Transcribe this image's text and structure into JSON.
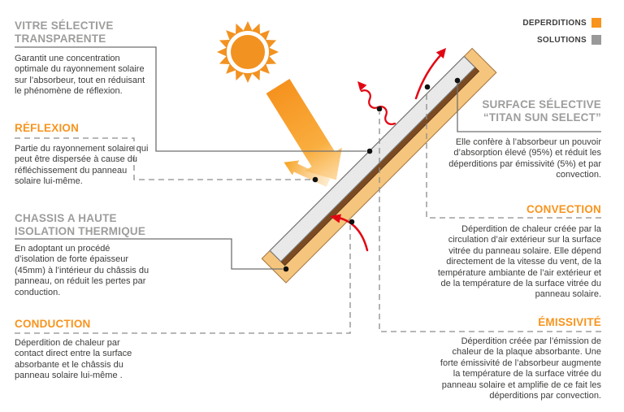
{
  "legend": {
    "deperditions_label": "DEPERDITIONS",
    "deperditions_color": "#F7941E",
    "solutions_label": "SOLUTIONS",
    "solutions_color": "#999999"
  },
  "sections": {
    "vitre": {
      "title": "VITRE SÉLECTIVE\nTRANSPARENTE",
      "body": "Garantit une concentration optimale du rayonnement solaire sur l’absorbeur, tout en réduisant le phénomène de réflexion."
    },
    "reflexion": {
      "title": "RÉFLEXION",
      "body": "Partie du rayonnement solaire qui peut être dispersée à cause du réfléchissement du panneau solaire lui-même."
    },
    "chassis": {
      "title": "CHASSIS A HAUTE\nISOLATION THERMIQUE",
      "body": "En adoptant un procédé d’isolation de forte épaisseur (45mm) à l’intérieur du châssis du panneau, on réduit les pertes par conduction."
    },
    "conduction": {
      "title": "CONDUCTION",
      "body": "Déperdition de chaleur par contact direct entre la surface absorbante et le châssis du panneau solaire lui-même ."
    },
    "surface": {
      "title": "SURFACE SÉLECTIVE\n“TITAN SUN SELECT”",
      "body": "Elle confère à l’absorbeur un pouvoir d’absorption élevé (95%) et réduit les déperditions par émissivité (5%) et par convection."
    },
    "convection": {
      "title": "CONVECTION",
      "body": "Déperdition de chaleur créée par la circulation d’air extérieur sur la surface vitrée du panneau solaire. Elle dépend directement de la vitesse du vent, de la température ambiante de l’air extérieur et de la température de la surface vitrée du panneau solaire."
    },
    "emissivite": {
      "title": "ÉMISSIVITÉ",
      "body": "Déperdition créée par l’émission de chaleur de la plaque absorbante. Une forte émissivité de l’absorbeur augmente la température de la surface vitrée du panneau solaire et amplifie de ce fait les déperditions par convection."
    }
  },
  "colors": {
    "accent_orange": "#F7941E",
    "heading_gray": "#9D9D9C",
    "arrow_red": "#E30613",
    "sun_orange": "#F29220",
    "panel_frame_tan": "#F5C57E",
    "absorber_brown": "#7B4A21",
    "glass_gray": "#E9E9E9",
    "connector_gray": "#706F6F",
    "body_text": "#3C3C3B"
  }
}
